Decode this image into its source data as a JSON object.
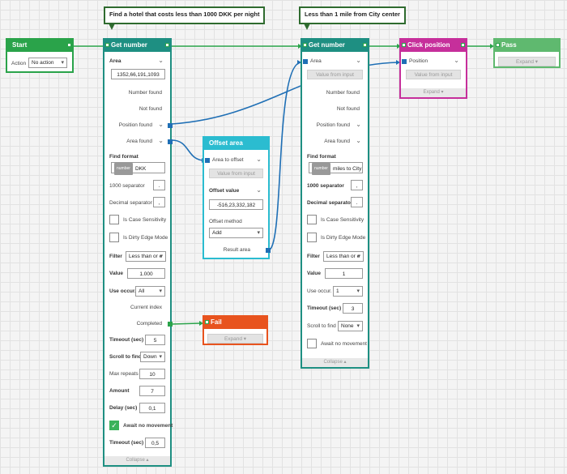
{
  "notes": {
    "hotel": "Find a hotel that costs less than 1000 DKK per night",
    "city": "Less than 1 mile from City center"
  },
  "start": {
    "title": "Start",
    "action_label": "Action",
    "action_value": "No action"
  },
  "gn1": {
    "title": "Get number",
    "area_label": "Area",
    "area_value": "1352,66,191,1093",
    "number_found": "Number found",
    "not_found": "Not found",
    "position_found": "Position found",
    "area_found": "Area found",
    "find_format_label": "Find format",
    "format_tag": "number",
    "format_text": "DKK",
    "sep1000_label": "1000 separator",
    "sep1000_value": ".",
    "decimal_label": "Decimal separator",
    "decimal_value": ",",
    "case_label": "Is Case Sensitivity",
    "dirty_label": "Is Dirty Edge Mode",
    "filter_label": "Filter",
    "filter_value": "Less than or e",
    "value_label": "Value",
    "value_value": "1.000",
    "occur_label": "Use occur.",
    "occur_value": "All",
    "current_index": "Current index",
    "completed": "Completed",
    "timeout_label": "Timeout (sec)",
    "timeout_value": "5",
    "scroll_label": "Scroll to find",
    "scroll_value": "Down",
    "max_label": "Max repeats",
    "max_value": "10",
    "amount_label": "Amount",
    "amount_value": "7",
    "delay_label": "Delay (sec)",
    "delay_value": "0,1",
    "await_label": "Await no movement",
    "timeout2_label": "Timeout (sec)",
    "timeout2_value": "0,5",
    "collapse": "Collapse"
  },
  "offset": {
    "title": "Offset area",
    "area_label": "Area to offset",
    "input_btn": "Value from input",
    "value_label": "Offset value",
    "value_value": "-516,23,332,182",
    "method_label": "Offset method",
    "method_value": "Add",
    "result_label": "Result area"
  },
  "fail": {
    "title": "Fail",
    "expand": "Expand"
  },
  "gn2": {
    "title": "Get number",
    "area_label": "Area",
    "input_btn": "Value from input",
    "number_found": "Number found",
    "not_found": "Not found",
    "position_found": "Position found",
    "area_found": "Area found",
    "find_format_label": "Find format",
    "format_tag": "number",
    "format_text": "miles to City",
    "sep1000_label": "1000 separator",
    "sep1000_value": ",",
    "decimal_label": "Decimal separator",
    "decimal_value": ".",
    "case_label": "Is Case Sensitivity",
    "dirty_label": "Is Dirty Edge Mode",
    "filter_label": "Filter",
    "filter_value": "Less than or e",
    "value_label": "Value",
    "value_value": "1",
    "occur_label": "Use occur.",
    "occur_value": "1",
    "timeout_label": "Timeout (sec)",
    "timeout_value": "3",
    "scroll_label": "Scroll to find",
    "scroll_value": "None",
    "await_label": "Await no movement",
    "collapse": "Collapse"
  },
  "click": {
    "title": "Click position",
    "position_label": "Position",
    "input_btn": "Value from input",
    "expand": "Expand"
  },
  "pass": {
    "title": "Pass",
    "expand": "Expand"
  },
  "colors": {
    "start": "#2aa34a",
    "getnumber": "#1e8f82",
    "offset": "#2bbcd0",
    "fail": "#e8531e",
    "click": "#c62f9b",
    "pass": "#5fb96f",
    "wire": "#1f6fb5"
  }
}
